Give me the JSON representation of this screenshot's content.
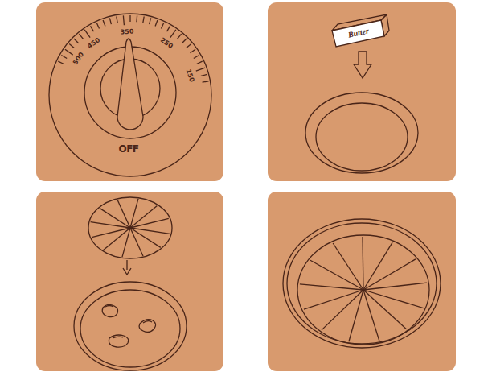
{
  "diagram": {
    "labels": [
      "500",
      "450",
      "350",
      "250",
      "150",
      "OFF",
      "Butter"
    ]
  }
}
